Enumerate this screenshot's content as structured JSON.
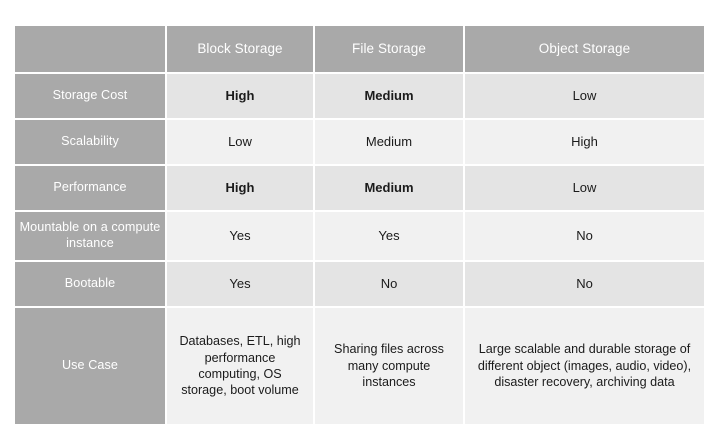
{
  "table": {
    "columns": [
      {
        "key": "label",
        "label": ""
      },
      {
        "key": "block",
        "label": "Block Storage"
      },
      {
        "key": "file",
        "label": "File Storage"
      },
      {
        "key": "object",
        "label": "Object Storage"
      }
    ],
    "rows": [
      {
        "label": "Storage Cost",
        "block": "High",
        "file": "Medium",
        "object": "Low"
      },
      {
        "label": "Scalability",
        "block": "Low",
        "file": "Medium",
        "object": "High"
      },
      {
        "label": "Performance",
        "block": "High",
        "file": "Medium",
        "object": "Low"
      },
      {
        "label": "Mountable on a compute instance",
        "block": "Yes",
        "file": "Yes",
        "object": "No"
      },
      {
        "label": "Bootable",
        "block": "Yes",
        "file": "No",
        "object": "No"
      },
      {
        "label": "Use Case",
        "block": "Databases, ETL, high performance computing, OS storage, boot volume",
        "file": "Sharing files across many compute instances",
        "object": "Large scalable and durable storage of different object (images, audio, video), disaster recovery, archiving data"
      }
    ]
  },
  "colors": {
    "header_bg": "#a9a9a9",
    "header_text": "#ffffff",
    "row_band_dark": "#e4e4e4",
    "row_band_light": "#f1f1f1",
    "body_text": "#1b1b1b",
    "page_bg": "#ffffff"
  }
}
